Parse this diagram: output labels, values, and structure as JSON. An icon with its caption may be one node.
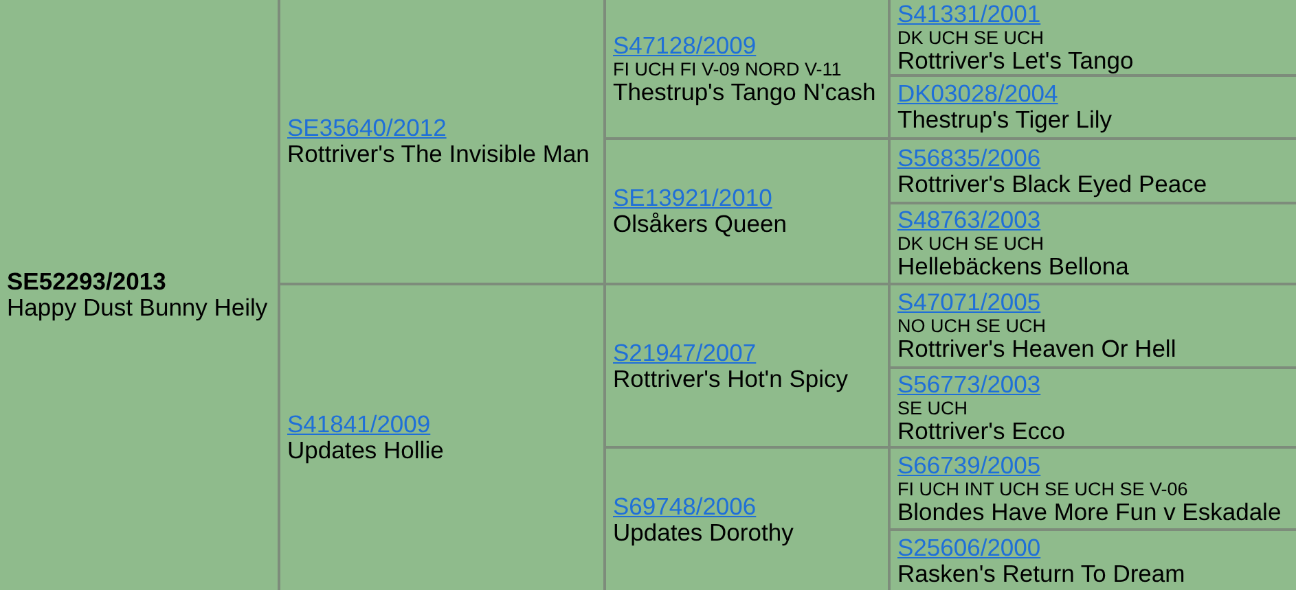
{
  "diagram": {
    "nodes": [
      {
        "text": [
          "SE52293/2013",
          "Happy Dust Bunny Heily"
        ]
      },
      {
        "text": [
          "SE35640/2012",
          "Rottriver's The Invisible Man"
        ]
      },
      {
        "text": [
          "S47128/2009",
          "FI UCH FI V-09 NORD V-11",
          "Thestrup's Tango N'cash"
        ]
      },
      {
        "text": [
          "S41331/2001",
          "DK UCH SE UCH",
          "Rottriver's Let's Tango"
        ]
      },
      {
        "text": [
          "DK03028/2004",
          "Thestrup's Tiger Lily"
        ]
      },
      {
        "text": [
          "SE13921/2010",
          "Olsåkers Queen"
        ]
      },
      {
        "text": [
          "S56835/2006",
          "Rottriver's Black Eyed Peace"
        ]
      },
      {
        "text": [
          "S48763/2003",
          "DK UCH SE UCH",
          "Hellebäckens Bellona"
        ]
      },
      {
        "text": [
          "S41841/2009",
          "Updates Hollie"
        ]
      },
      {
        "text": [
          "S21947/2007",
          "Rottriver's Hot'n Spicy"
        ]
      },
      {
        "text": [
          "S47071/2005",
          "NO UCH SE UCH",
          "Rottriver's Heaven Or Hell"
        ]
      },
      {
        "text": [
          "S56773/2003",
          "SE UCH",
          "Rottriver's Ecco"
        ]
      },
      {
        "text": [
          "S69748/2006",
          "Updates Dorothy"
        ]
      },
      {
        "text": [
          "S66739/2005",
          "FI UCH INT UCH SE UCH SE V-06",
          "Blondes Have More Fun v Eskadale"
        ]
      },
      {
        "text": [
          "S25606/2000",
          "Rasken's Return To Dream"
        ]
      }
    ]
  }
}
